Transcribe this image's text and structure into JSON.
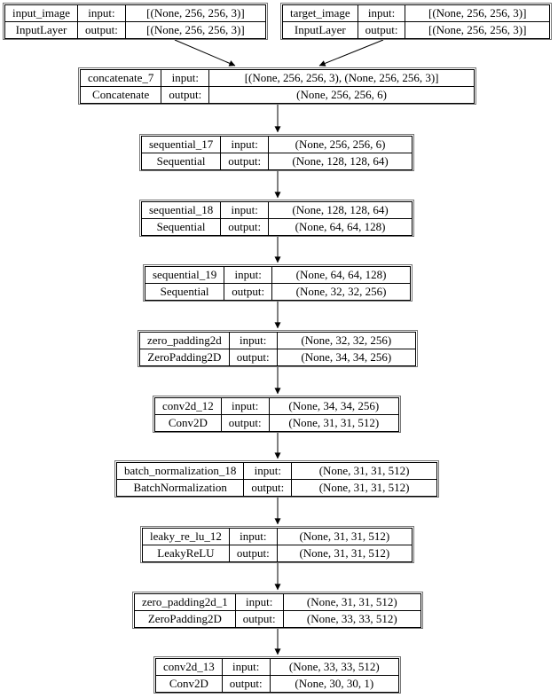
{
  "diagram": {
    "kind": "keras-model-plot",
    "background_color": "#ffffff",
    "line_color": "#000000",
    "outer_border_color": "#767676",
    "io_labels": {
      "input": "input:",
      "output": "output:"
    },
    "nodes": [
      {
        "id": "input_image",
        "layer_name": "input_image",
        "layer_type": "InputLayer",
        "input_shape": "[(None, 256, 256, 3)]",
        "output_shape": "[(None, 256, 256, 3)]"
      },
      {
        "id": "target_image",
        "layer_name": "target_image",
        "layer_type": "InputLayer",
        "input_shape": "[(None, 256, 256, 3)]",
        "output_shape": "[(None, 256, 256, 3)]"
      },
      {
        "id": "concatenate_7",
        "layer_name": "concatenate_7",
        "layer_type": "Concatenate",
        "input_shape": "[(None, 256, 256, 3), (None, 256, 256, 3)]",
        "output_shape": "(None, 256, 256, 6)"
      },
      {
        "id": "sequential_17",
        "layer_name": "sequential_17",
        "layer_type": "Sequential",
        "input_shape": "(None, 256, 256, 6)",
        "output_shape": "(None, 128, 128, 64)"
      },
      {
        "id": "sequential_18",
        "layer_name": "sequential_18",
        "layer_type": "Sequential",
        "input_shape": "(None, 128, 128, 64)",
        "output_shape": "(None, 64, 64, 128)"
      },
      {
        "id": "sequential_19",
        "layer_name": "sequential_19",
        "layer_type": "Sequential",
        "input_shape": "(None, 64, 64, 128)",
        "output_shape": "(None, 32, 32, 256)"
      },
      {
        "id": "zero_padding2d",
        "layer_name": "zero_padding2d",
        "layer_type": "ZeroPadding2D",
        "input_shape": "(None, 32, 32, 256)",
        "output_shape": "(None, 34, 34, 256)"
      },
      {
        "id": "conv2d_12",
        "layer_name": "conv2d_12",
        "layer_type": "Conv2D",
        "input_shape": "(None, 34, 34, 256)",
        "output_shape": "(None, 31, 31, 512)"
      },
      {
        "id": "batch_normalization_18",
        "layer_name": "batch_normalization_18",
        "layer_type": "BatchNormalization",
        "input_shape": "(None, 31, 31, 512)",
        "output_shape": "(None, 31, 31, 512)"
      },
      {
        "id": "leaky_re_lu_12",
        "layer_name": "leaky_re_lu_12",
        "layer_type": "LeakyReLU",
        "input_shape": "(None, 31, 31, 512)",
        "output_shape": "(None, 31, 31, 512)"
      },
      {
        "id": "zero_padding2d_1",
        "layer_name": "zero_padding2d_1",
        "layer_type": "ZeroPadding2D",
        "input_shape": "(None, 31, 31, 512)",
        "output_shape": "(None, 33, 33, 512)"
      },
      {
        "id": "conv2d_13",
        "layer_name": "conv2d_13",
        "layer_type": "Conv2D",
        "input_shape": "(None, 33, 33, 512)",
        "output_shape": "(None, 30, 30, 1)"
      }
    ],
    "edges": [
      {
        "from": "input_image",
        "to": "concatenate_7"
      },
      {
        "from": "target_image",
        "to": "concatenate_7"
      },
      {
        "from": "concatenate_7",
        "to": "sequential_17"
      },
      {
        "from": "sequential_17",
        "to": "sequential_18"
      },
      {
        "from": "sequential_18",
        "to": "sequential_19"
      },
      {
        "from": "sequential_19",
        "to": "zero_padding2d"
      },
      {
        "from": "zero_padding2d",
        "to": "conv2d_12"
      },
      {
        "from": "conv2d_12",
        "to": "batch_normalization_18"
      },
      {
        "from": "batch_normalization_18",
        "to": "leaky_re_lu_12"
      },
      {
        "from": "leaky_re_lu_12",
        "to": "zero_padding2d_1"
      },
      {
        "from": "zero_padding2d_1",
        "to": "conv2d_13"
      }
    ]
  }
}
